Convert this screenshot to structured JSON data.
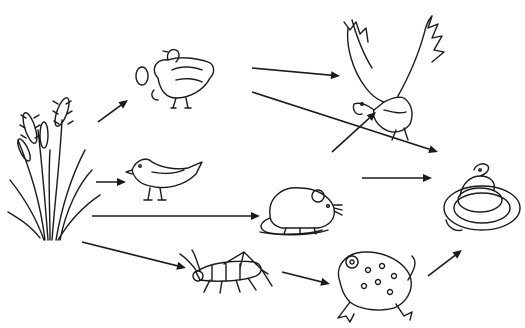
{
  "diagram": {
    "type": "food-web",
    "organisms": [
      {
        "id": "grass",
        "icon": "grass-icon"
      },
      {
        "id": "chicken",
        "icon": "chicken-icon"
      },
      {
        "id": "small-bird",
        "icon": "bird-icon"
      },
      {
        "id": "mouse",
        "icon": "mouse-icon"
      },
      {
        "id": "grasshopper",
        "icon": "grasshopper-icon"
      },
      {
        "id": "frog",
        "icon": "frog-icon"
      },
      {
        "id": "eagle",
        "icon": "eagle-icon"
      },
      {
        "id": "snake",
        "icon": "snake-icon"
      }
    ],
    "edges": [
      {
        "from": "grass",
        "to": "chicken"
      },
      {
        "from": "grass",
        "to": "small-bird"
      },
      {
        "from": "grass",
        "to": "mouse"
      },
      {
        "from": "grass",
        "to": "grasshopper"
      },
      {
        "from": "chicken",
        "to": "eagle"
      },
      {
        "from": "chicken",
        "to": "snake"
      },
      {
        "from": "mouse",
        "to": "eagle"
      },
      {
        "from": "mouse",
        "to": "snake"
      },
      {
        "from": "grasshopper",
        "to": "frog"
      },
      {
        "from": "frog",
        "to": "snake"
      }
    ],
    "colors": {
      "ink": "#1a1a1a",
      "background": "#ffffff"
    }
  }
}
